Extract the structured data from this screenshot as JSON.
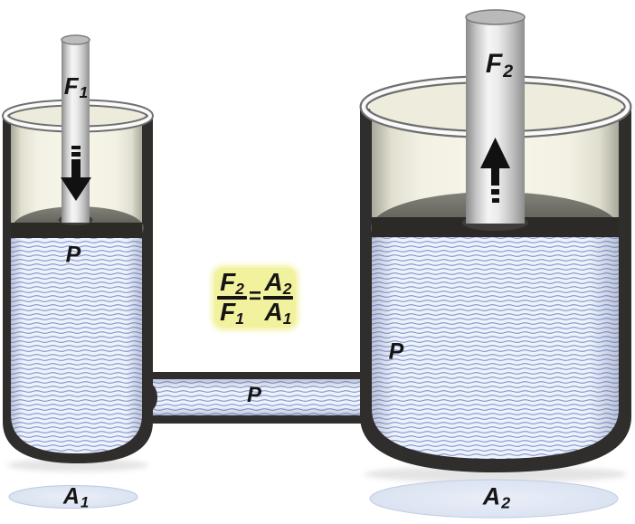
{
  "colors": {
    "background": "#ffffff",
    "wall_dark": "#2f2e2c",
    "glass_fill": "#f2f1e3",
    "liquid_fill": "#eef2fb",
    "liquid_line": "#8095cd",
    "piston_dark": "#2b2a27",
    "rod_gray": "#c6c6c6",
    "formula_bg": "#f2f29e",
    "label_text": "#151515",
    "area_ellipse_fill": "#d7dff0"
  },
  "small_cylinder": {
    "force_label": {
      "main": "F",
      "sub": "1"
    },
    "pressure_label": "P",
    "area_label": {
      "main": "A",
      "sub": "1"
    }
  },
  "large_cylinder": {
    "force_label": {
      "main": "F",
      "sub": "2"
    },
    "pressure_label": "P",
    "area_label": {
      "main": "A",
      "sub": "2"
    }
  },
  "tube": {
    "pressure_label": "P"
  },
  "formula": {
    "lhs_num": {
      "main": "F",
      "sub": "2"
    },
    "lhs_den": {
      "main": "F",
      "sub": "1"
    },
    "equals": "=",
    "rhs_num": {
      "main": "A",
      "sub": "2"
    },
    "rhs_den": {
      "main": "A",
      "sub": "1"
    }
  }
}
